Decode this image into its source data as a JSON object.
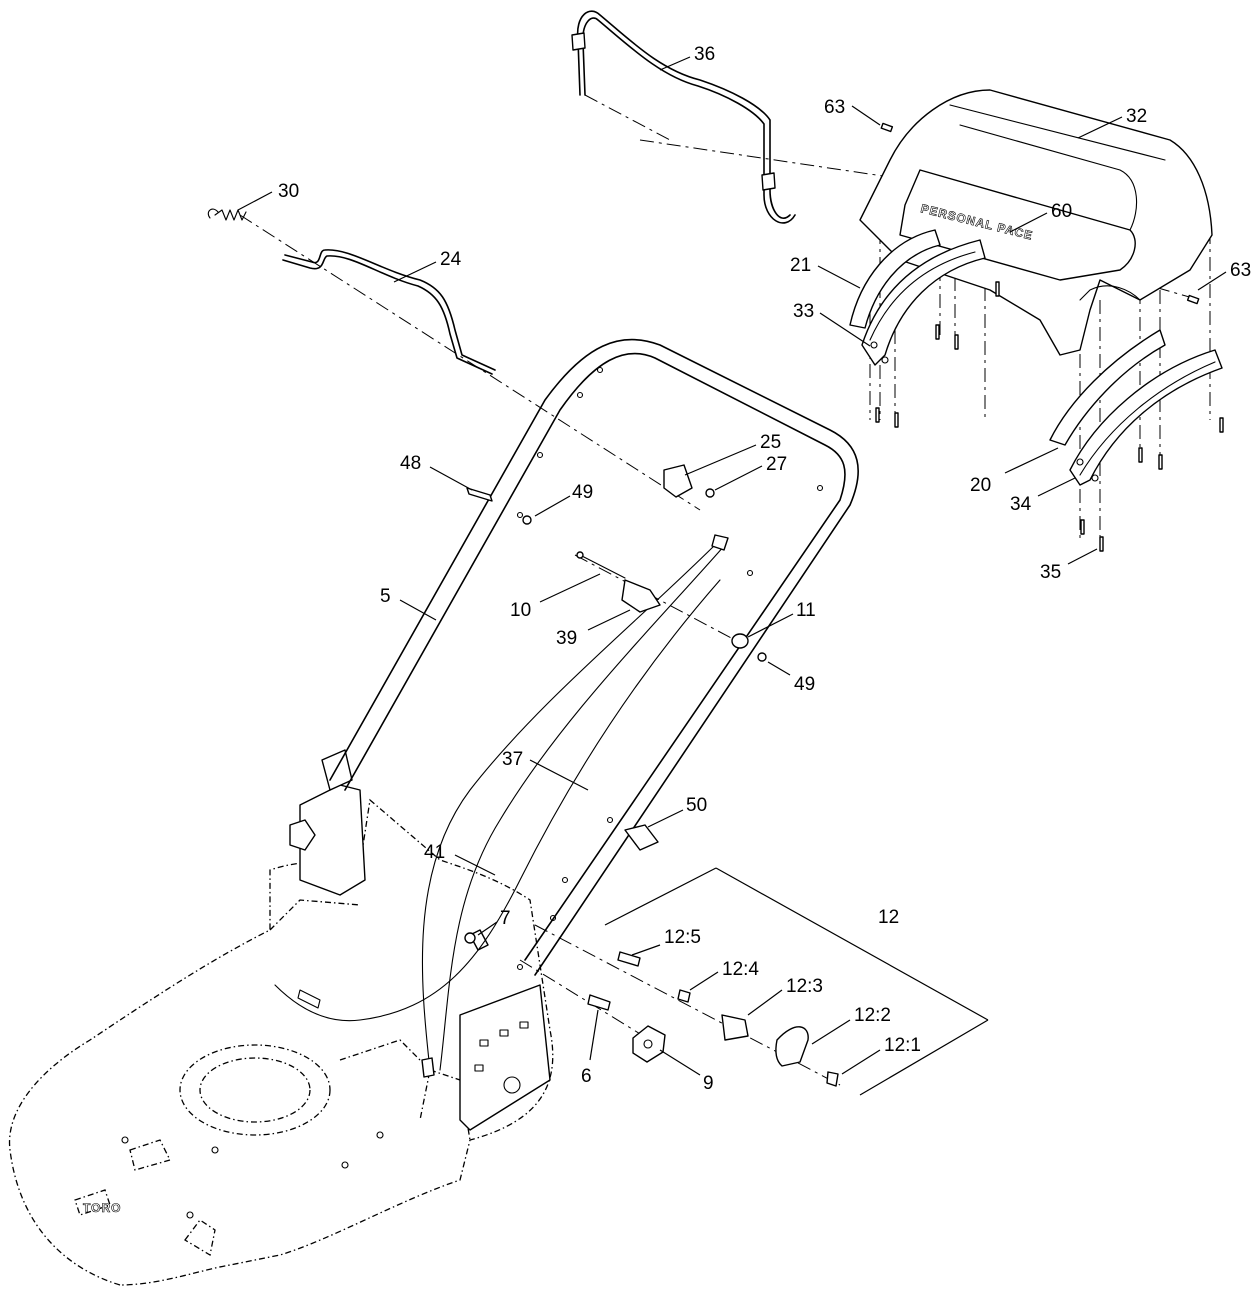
{
  "callouts": {
    "c36": "36",
    "c63a": "63",
    "c32": "32",
    "c30": "30",
    "c60": "60",
    "c24": "24",
    "c21": "21",
    "c63b": "63",
    "c33": "33",
    "c25": "25",
    "c48": "48",
    "c27": "27",
    "c49a": "49",
    "c20": "20",
    "c34": "34",
    "c35": "35",
    "c5": "5",
    "c10": "10",
    "c11": "11",
    "c39": "39",
    "c49b": "49",
    "c37": "37",
    "c50": "50",
    "c41": "41",
    "c12": "12",
    "c7": "7",
    "c12_5": "12:5",
    "c12_4": "12:4",
    "c12_3": "12:3",
    "c12_2": "12:2",
    "c12_1": "12:1",
    "c6": "6",
    "c9": "9"
  },
  "embossed": {
    "console_lettering": "PERSONAL PACE",
    "deck_logo": "TORO"
  }
}
